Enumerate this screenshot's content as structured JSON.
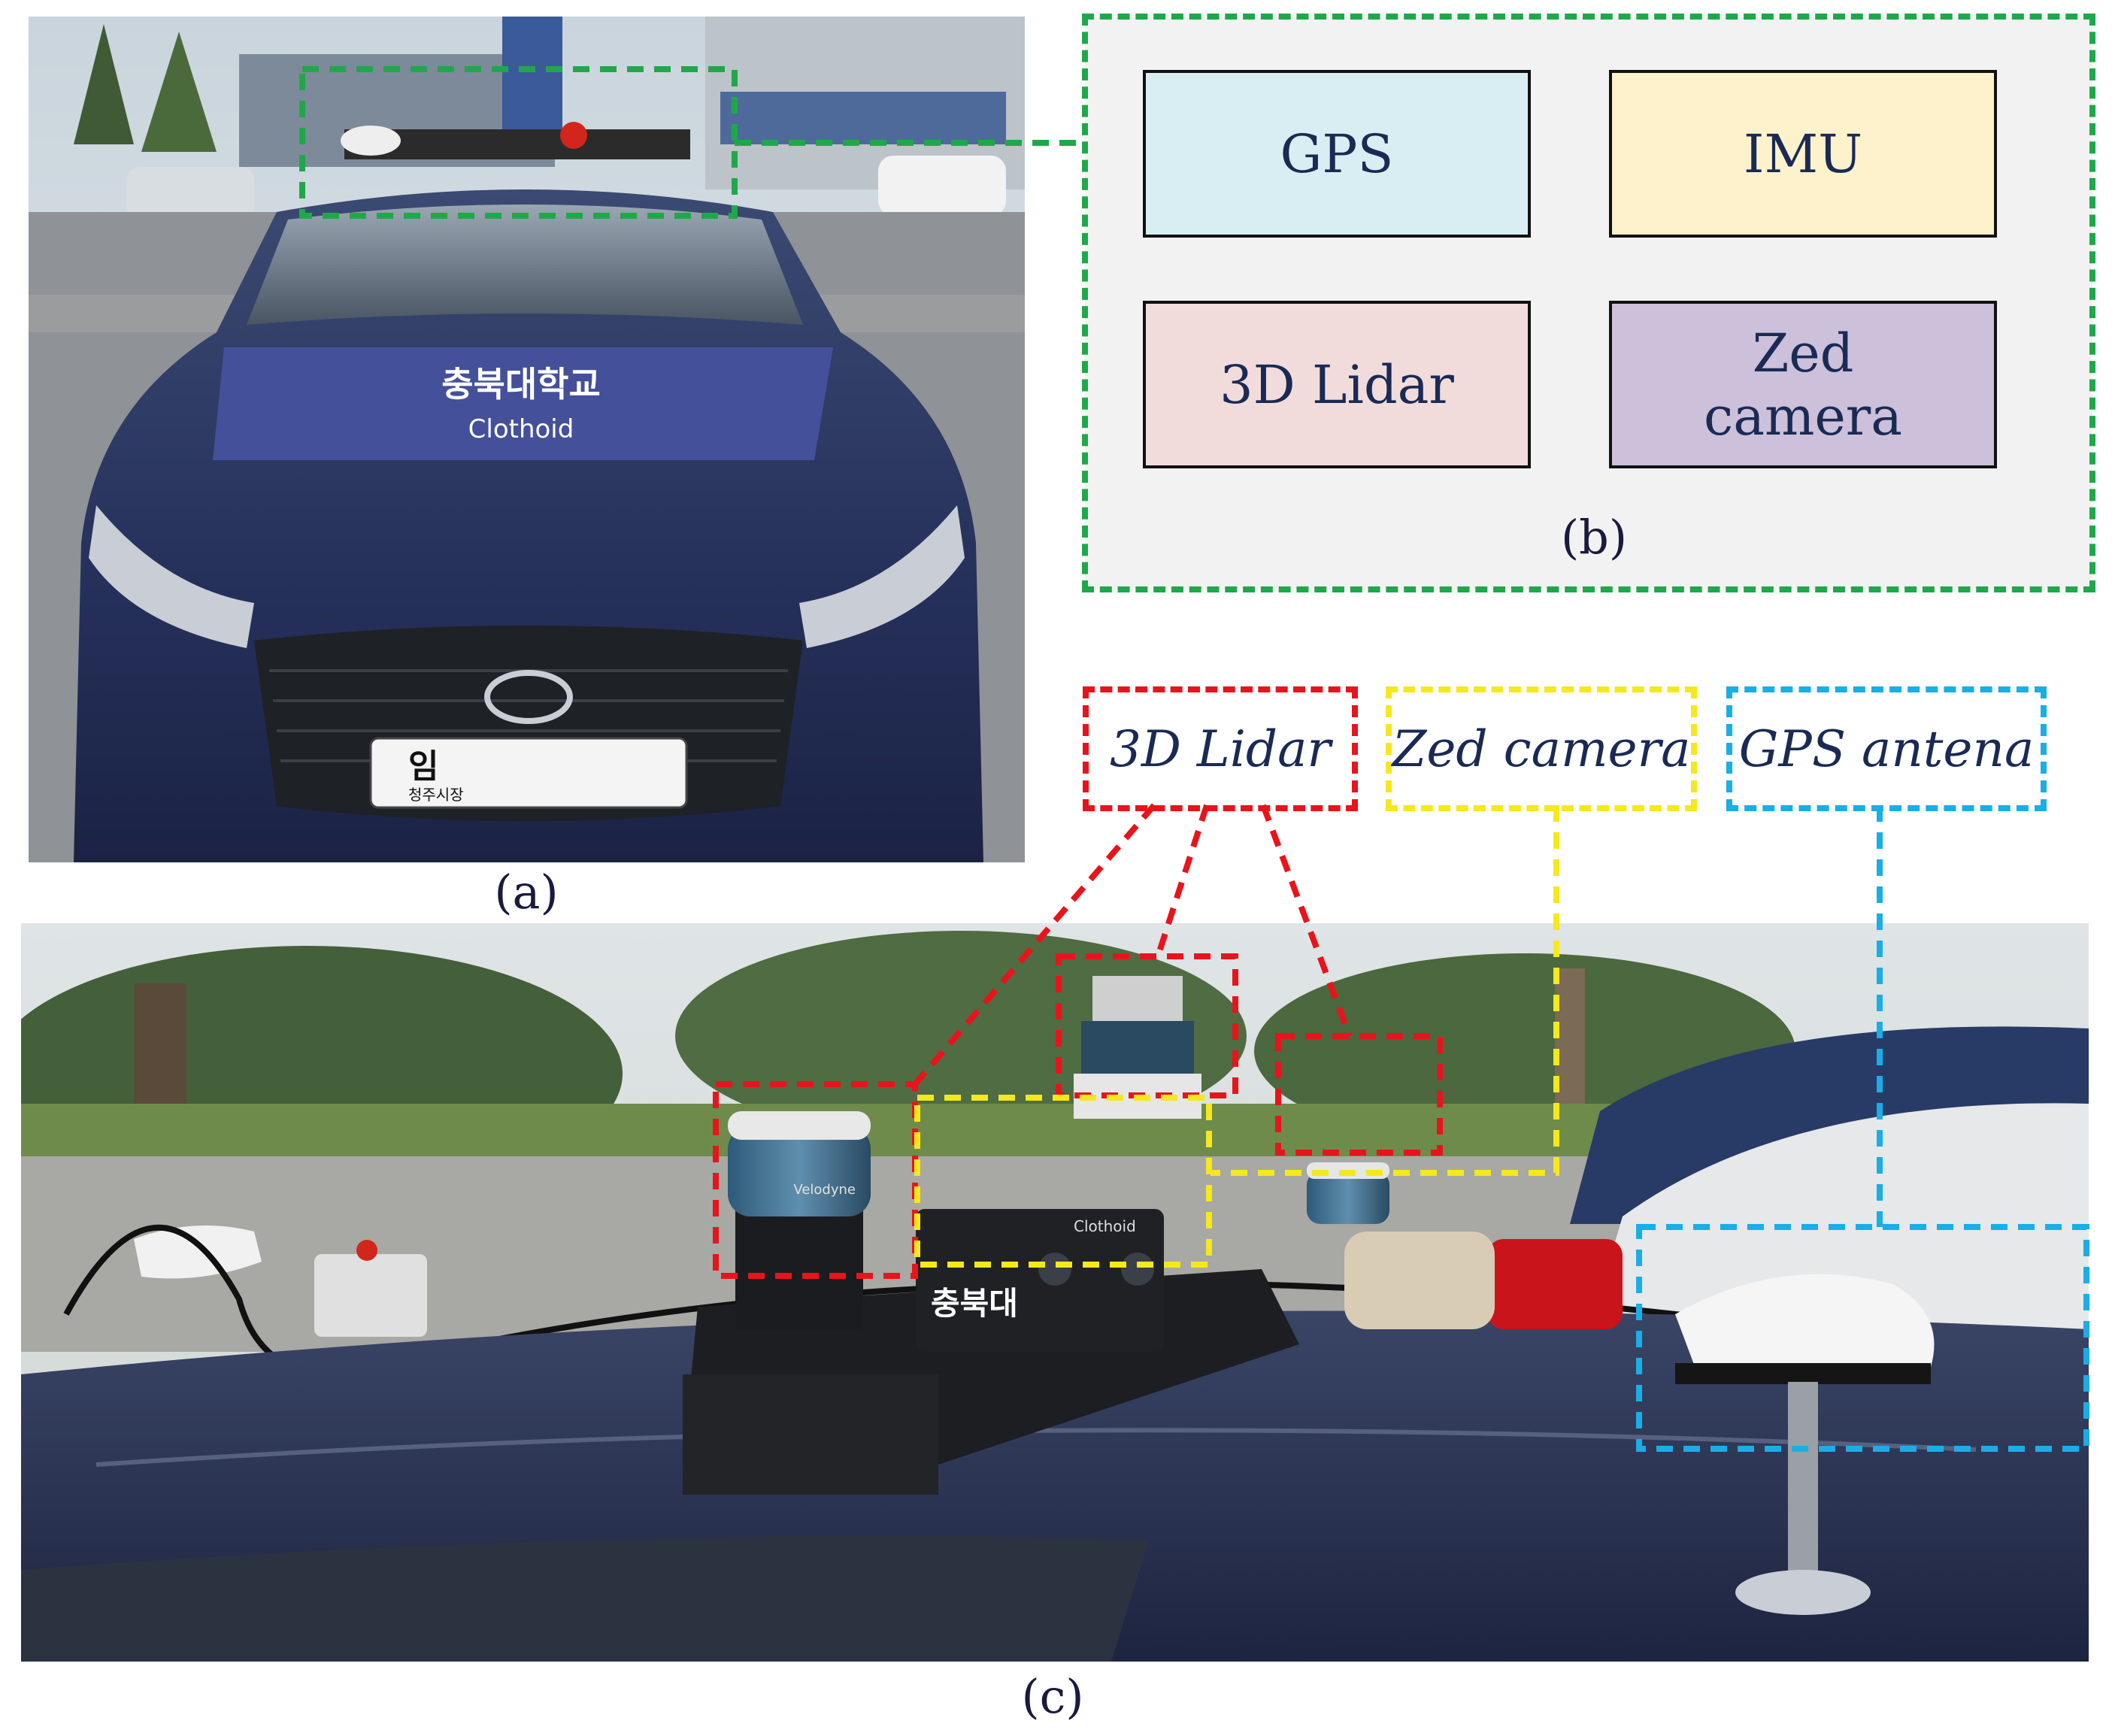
{
  "panels": {
    "a": {
      "caption": "(a)"
    },
    "b": {
      "caption": "(b)"
    },
    "c": {
      "caption": "(c)"
    }
  },
  "sensors": [
    {
      "label": "GPS",
      "fill": "#d9eef3"
    },
    {
      "label": "IMU",
      "fill": "#fdf2cc"
    },
    {
      "label": "3D Lidar",
      "fill": "#f2dcdb"
    },
    {
      "label": "Zed\ncamera",
      "fill": "#ccc0da"
    }
  ],
  "callouts": {
    "lidar": {
      "label": "3D Lidar",
      "color": "#e8141c"
    },
    "zed": {
      "label": "Zed camera",
      "color": "#f5e81c"
    },
    "gps": {
      "label": "GPS antena",
      "color": "#19aee8"
    },
    "sensor_box": {
      "color": "#1fa84a"
    }
  },
  "car": {
    "hood_sticker_korean": "충북대학교",
    "hood_sticker_english": "Clothoid",
    "plate_text": "임",
    "plate_subtext": "청주시장",
    "camera_sticker": "충북대",
    "camera_brand": "Clothoid",
    "lidar_brand": "Velodyne"
  }
}
